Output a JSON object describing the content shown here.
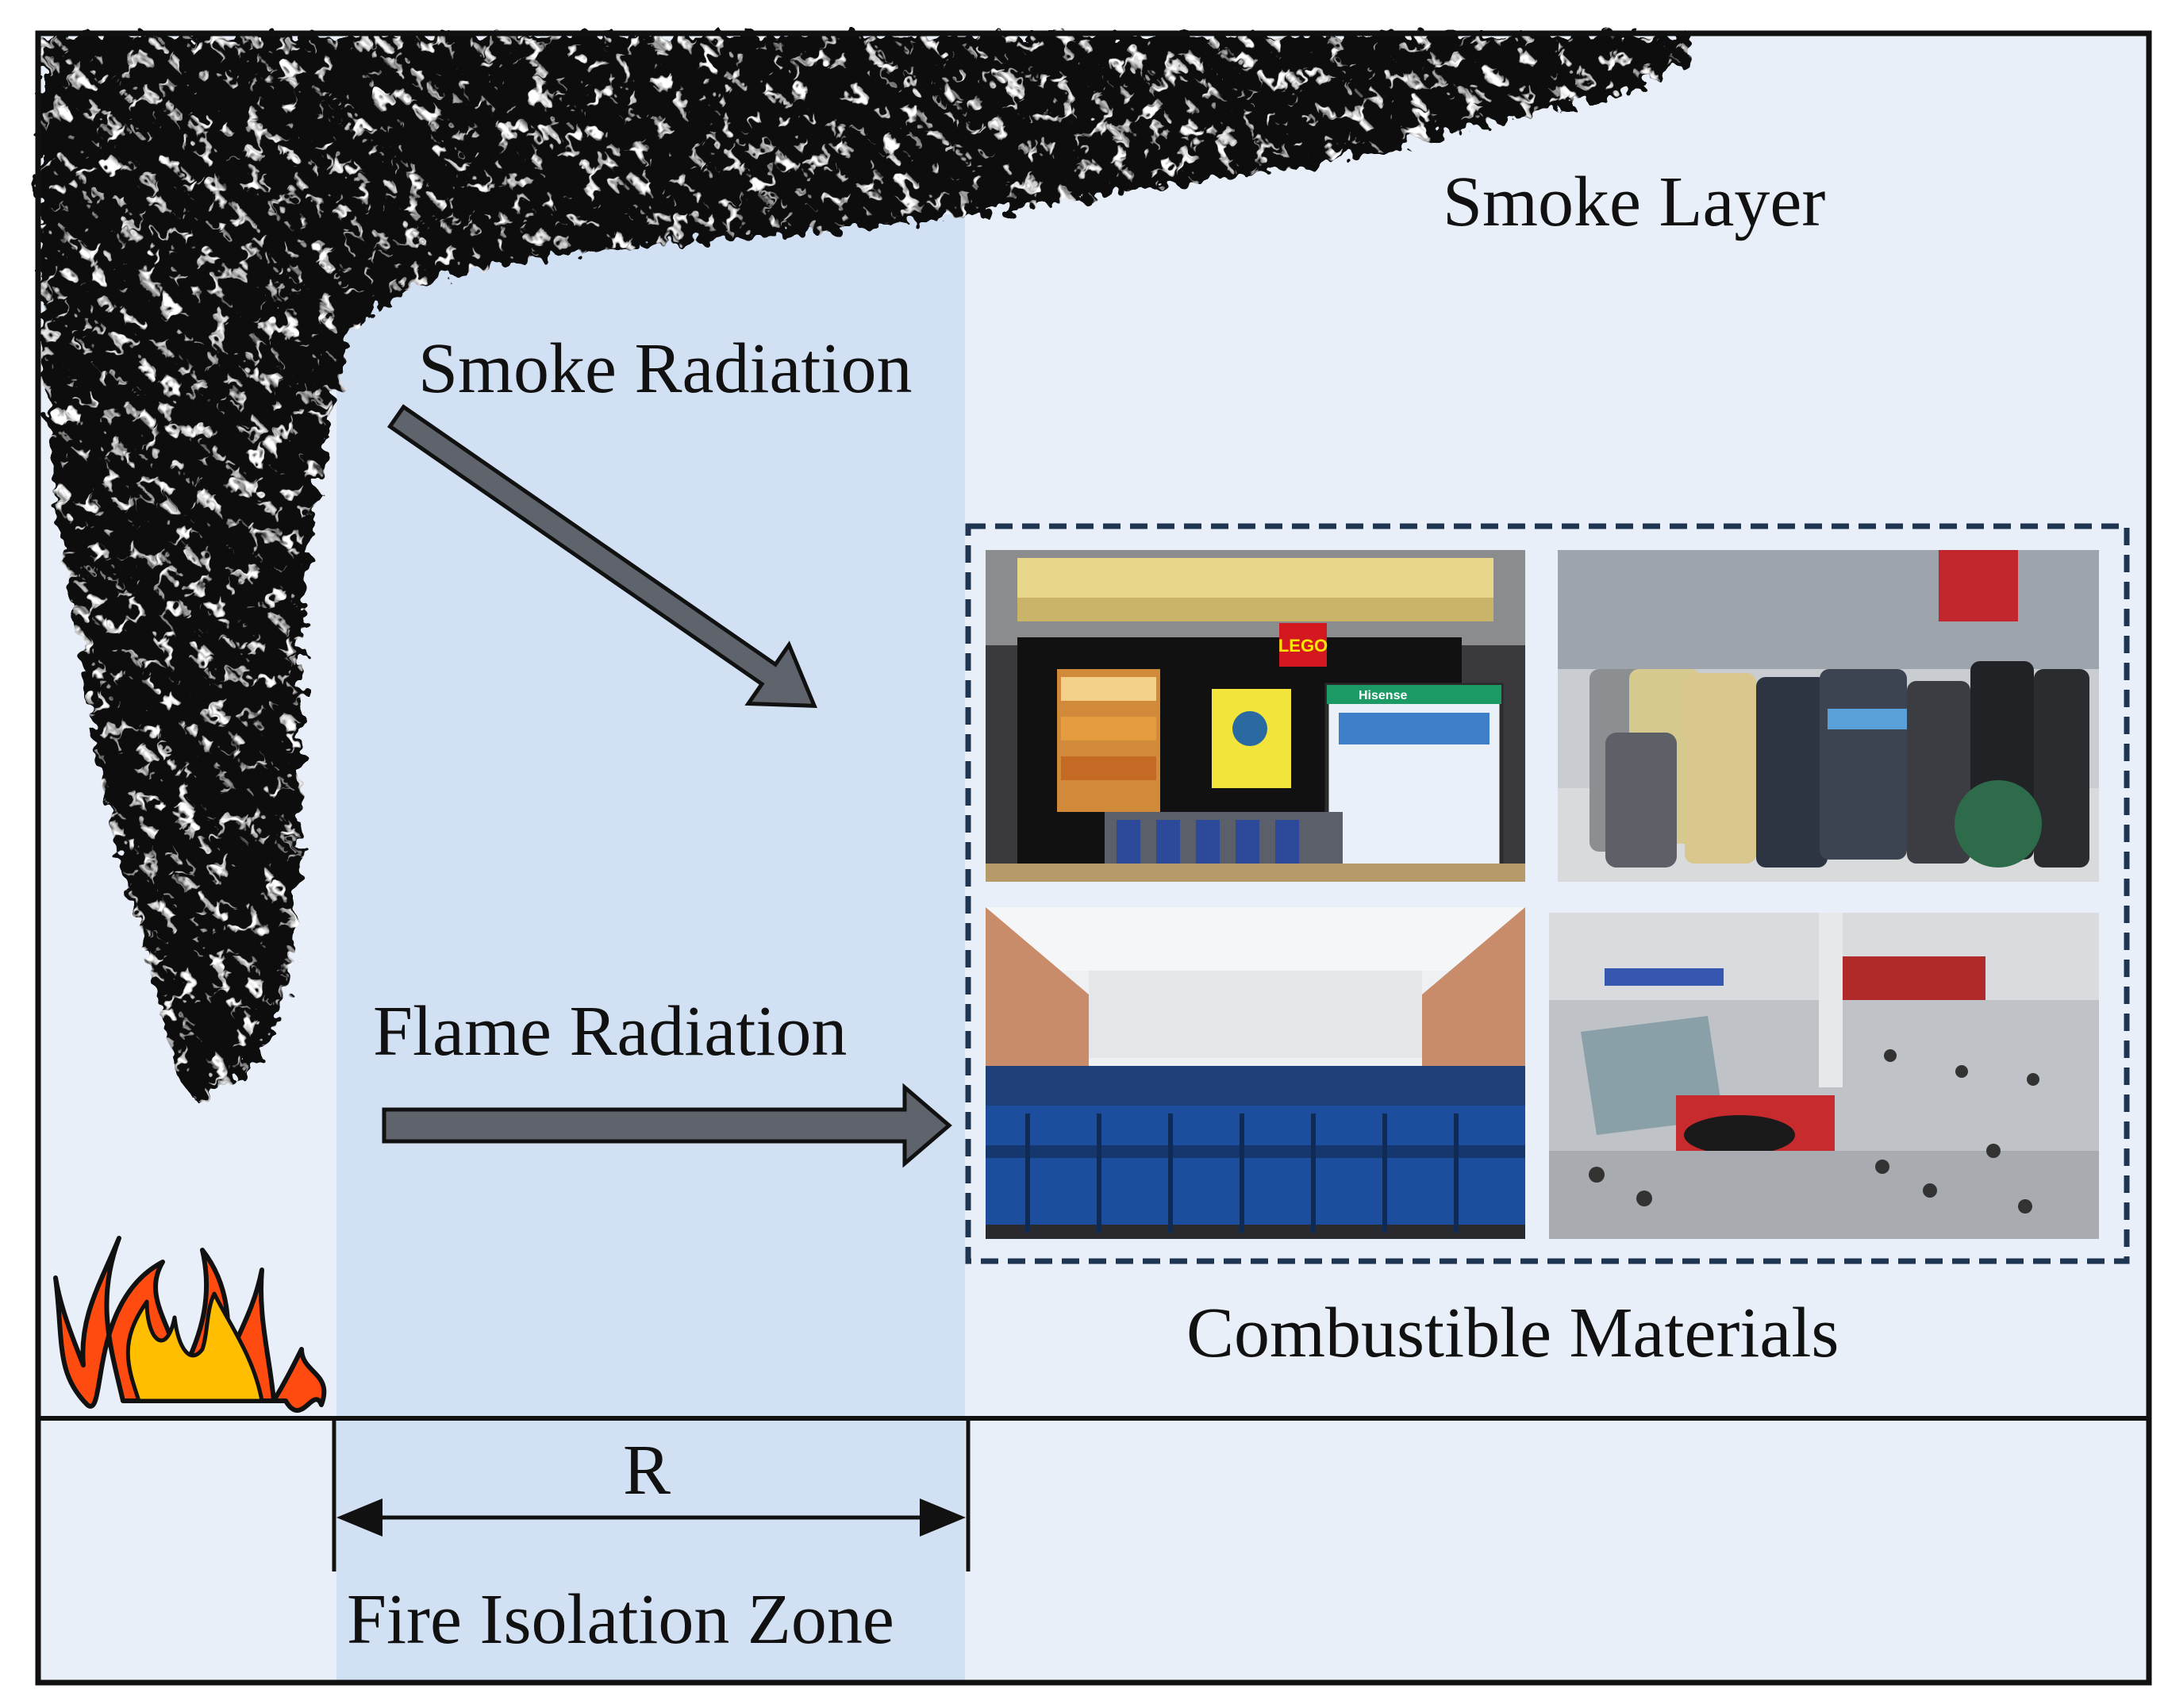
{
  "labels": {
    "smoke_layer": "Smoke Layer",
    "smoke_radiation": "Smoke Radiation",
    "flame_radiation": "Flame Radiation",
    "combustible_materials": "Combustible Materials",
    "radius": "R",
    "fire_isolation_zone": "Fire Isolation Zone"
  },
  "colors": {
    "background": "#e8eff9",
    "isolation_zone": "#d2e0f3",
    "outline": "#111111",
    "arrow_fill": "#5f646c",
    "dashed_frame": "#1e3552",
    "smoke": "#070707",
    "flame_outer": "#ff4b10",
    "flame_inner": "#ffbf00",
    "seat_blue": "#1d4e9e"
  },
  "icons": [
    "smoke-plume-icon",
    "flame-icon",
    "double-arrow-icon"
  ],
  "photos": [
    {
      "name": "shop-kiosk-photo",
      "brand_sign": "LEGO",
      "screen_brand": "Hisense"
    },
    {
      "name": "luggage-photo"
    },
    {
      "name": "waiting-hall-seats-photo"
    },
    {
      "name": "station-concourse-photo"
    }
  ]
}
